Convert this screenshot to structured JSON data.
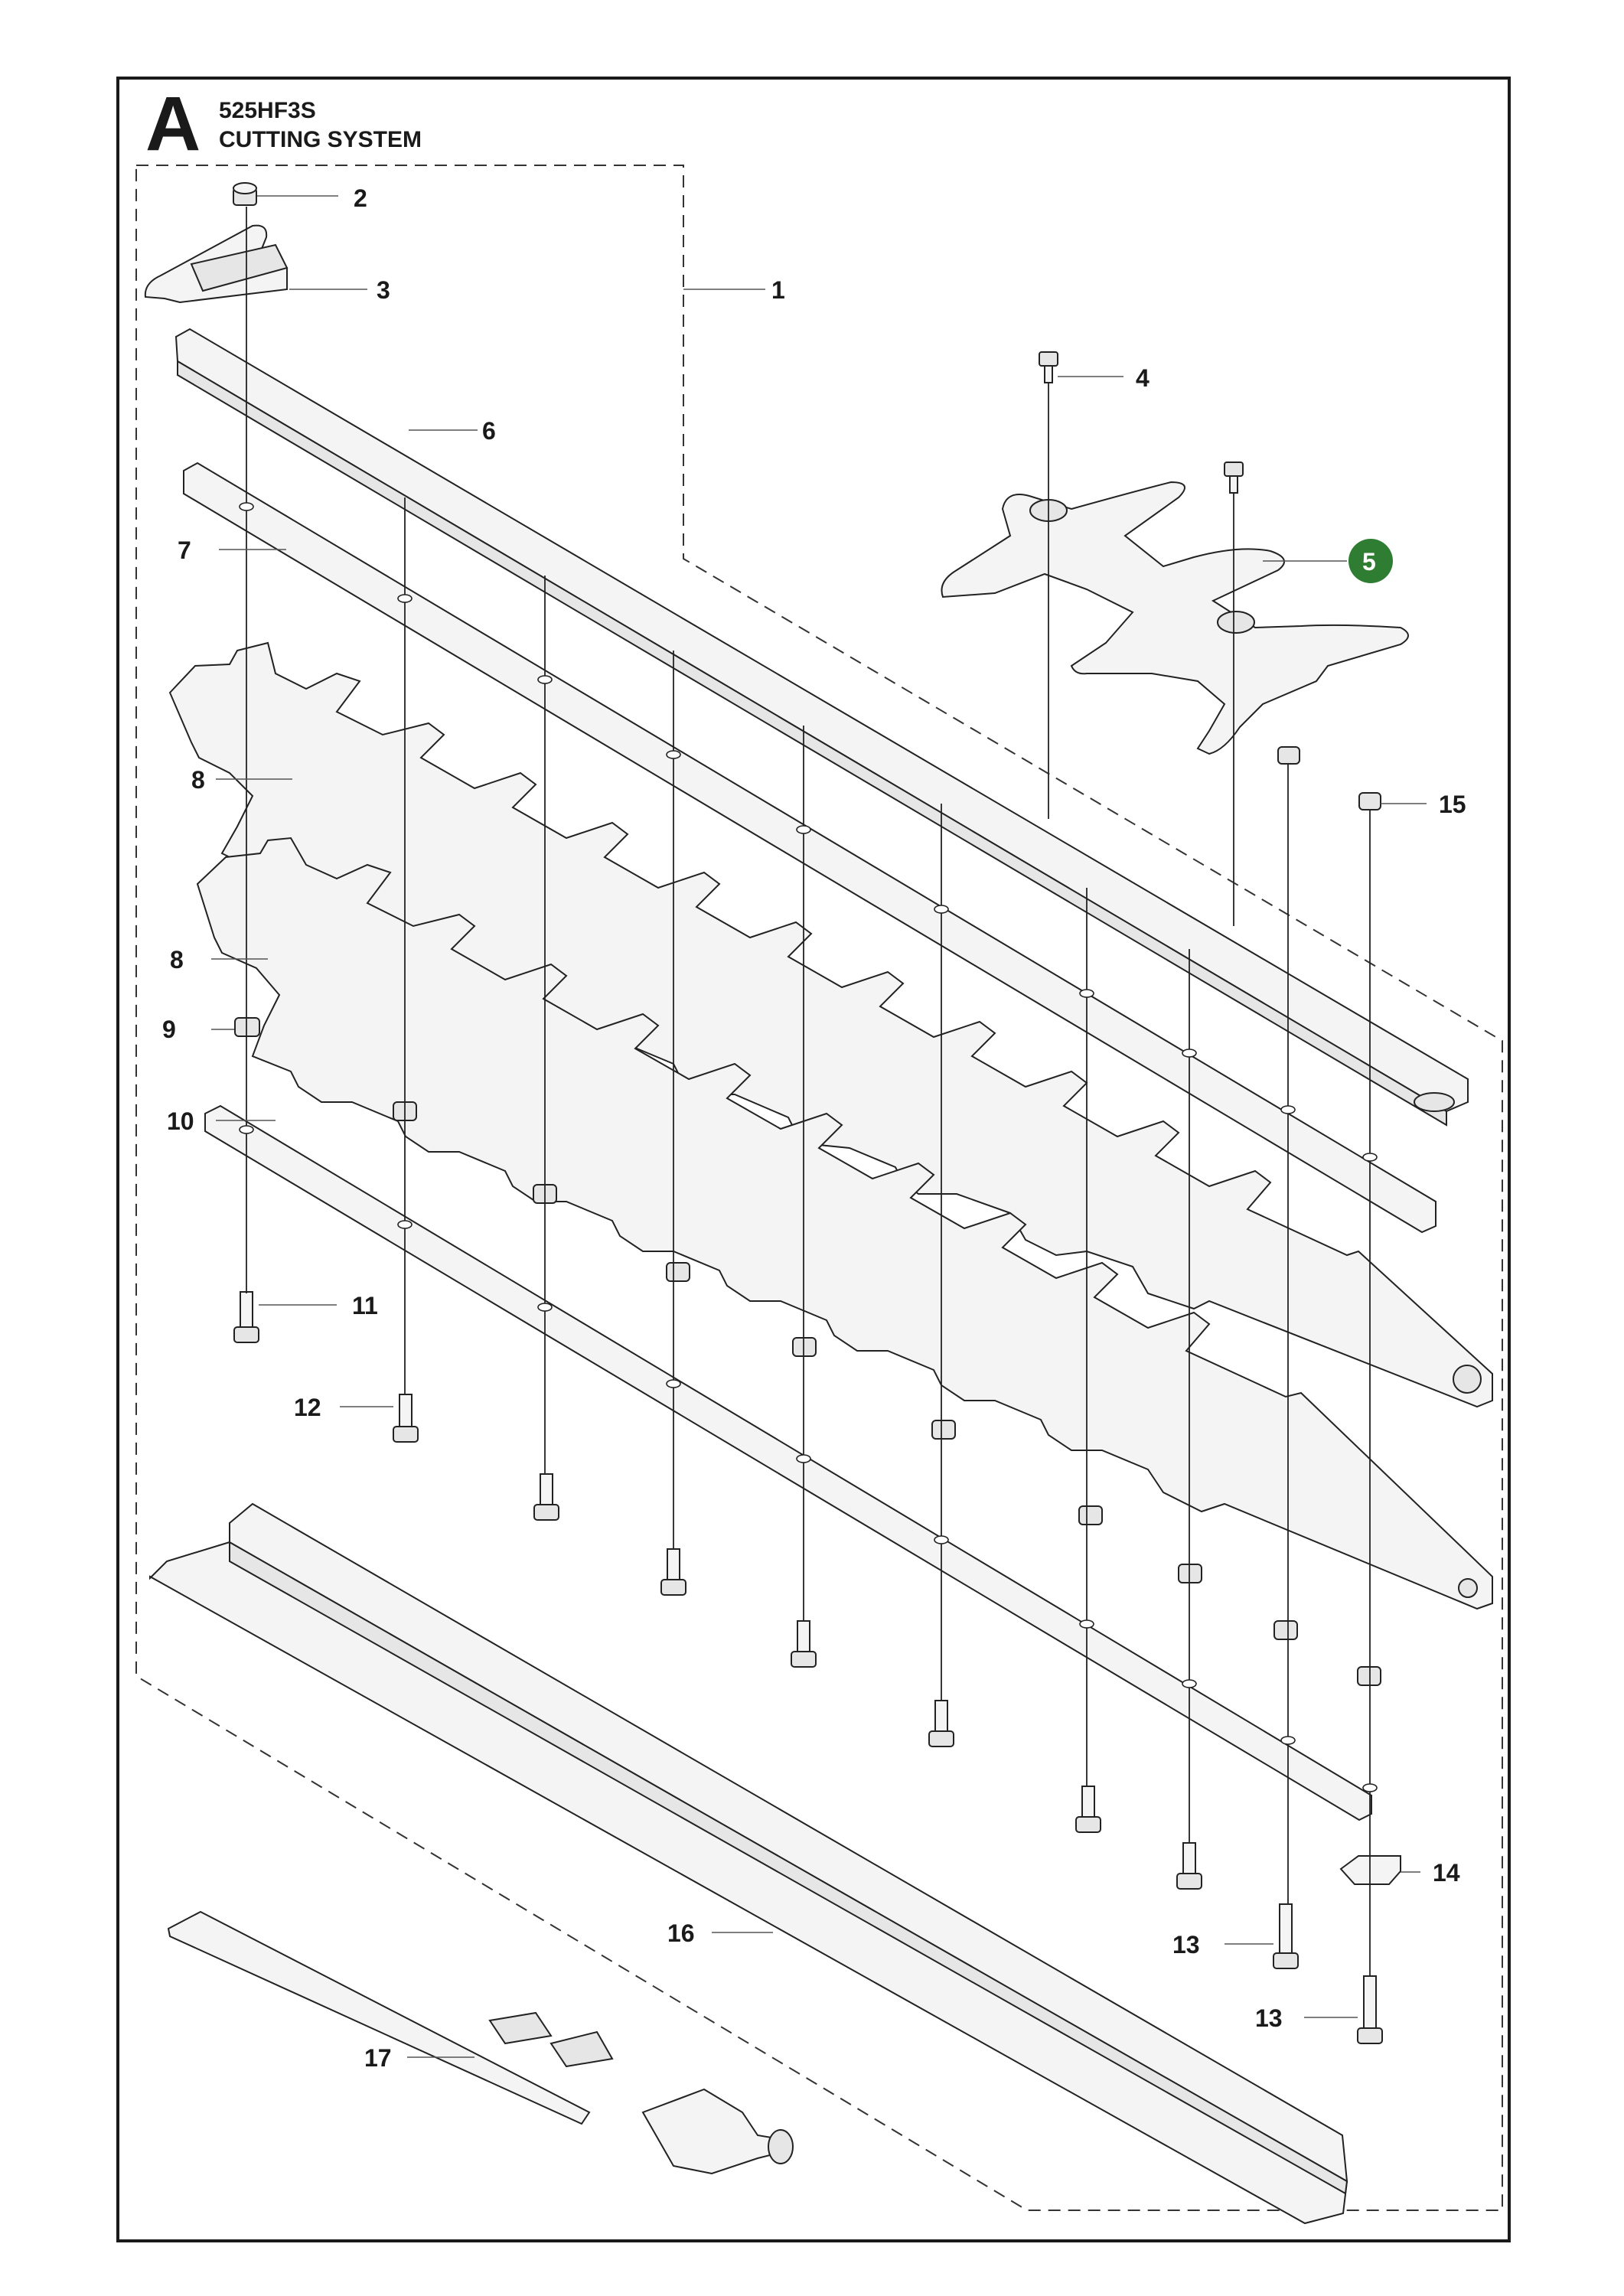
{
  "header": {
    "section_letter": "A",
    "model": "525HF3S",
    "title": "CUTTING SYSTEM"
  },
  "callouts": [
    {
      "id": "1",
      "label": "1"
    },
    {
      "id": "2",
      "label": "2"
    },
    {
      "id": "3",
      "label": "3"
    },
    {
      "id": "4",
      "label": "4"
    },
    {
      "id": "5",
      "label": "5"
    },
    {
      "id": "6",
      "label": "6"
    },
    {
      "id": "7",
      "label": "7"
    },
    {
      "id": "8a",
      "label": "8"
    },
    {
      "id": "8b",
      "label": "8"
    },
    {
      "id": "9",
      "label": "9"
    },
    {
      "id": "10",
      "label": "10"
    },
    {
      "id": "11",
      "label": "11"
    },
    {
      "id": "12",
      "label": "12"
    },
    {
      "id": "13a",
      "label": "13"
    },
    {
      "id": "13b",
      "label": "13"
    },
    {
      "id": "14",
      "label": "14"
    },
    {
      "id": "15",
      "label": "15"
    },
    {
      "id": "16",
      "label": "16"
    },
    {
      "id": "17",
      "label": "17"
    }
  ],
  "colors": {
    "highlight_badge": "#2e7d32",
    "line": "#1a1a1a",
    "part_fill": "#f4f4f4"
  }
}
